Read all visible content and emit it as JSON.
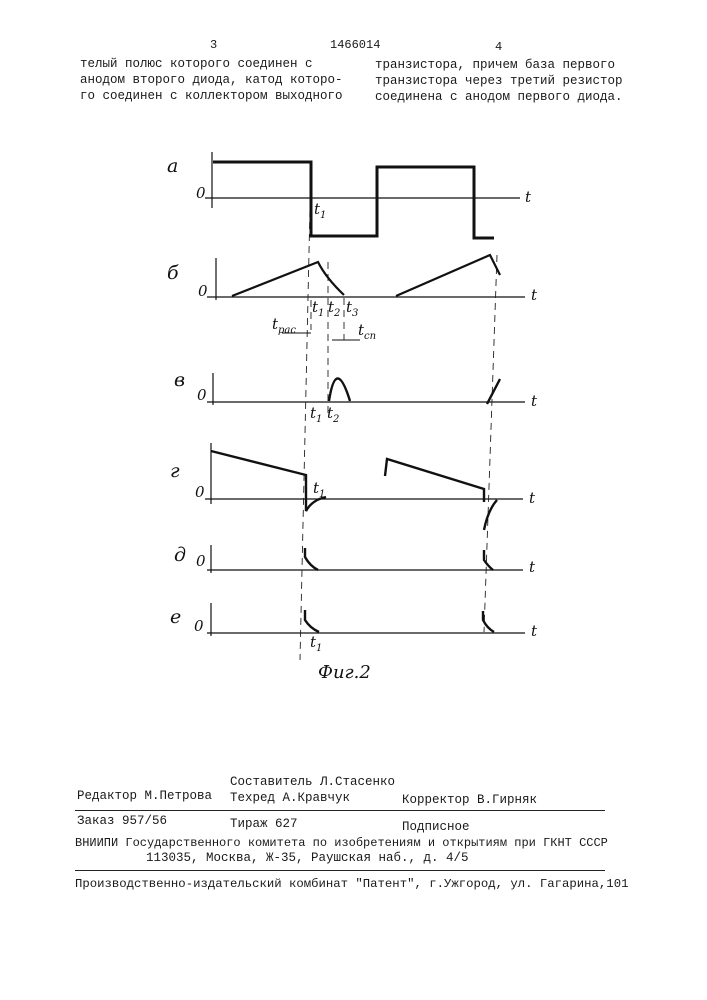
{
  "header": {
    "left_page": "3",
    "patent_number": "1466014",
    "right_page": "4"
  },
  "text_left": [
    "телый полюс которого соединен с",
    "анодом второго диода, катод которо-",
    "го соединен с коллектором выходного"
  ],
  "text_right": [
    "транзистора, причем база первого",
    "транзистора через третий резистор",
    "соединена с анодом первого диода."
  ],
  "figure": {
    "caption": "Фиг.2",
    "axis_var": "t",
    "zero": "0",
    "rows": [
      {
        "label": "а"
      },
      {
        "label": "б"
      },
      {
        "label": "в"
      },
      {
        "label": "г"
      },
      {
        "label": "д"
      },
      {
        "label": "е"
      }
    ],
    "time_marks": {
      "t1": "t",
      "t1_sub": "1",
      "t2": "t",
      "t2_sub": "2",
      "t3": "t",
      "t3_sub": "3",
      "t_ras": "t",
      "t_ras_sub": "рас",
      "t_sp": "t",
      "t_sp_sub": "сп"
    }
  },
  "footer": {
    "compiler": "Составитель Л.Стасенко",
    "editor": "Редактор М.Петрова",
    "tech_editor": "Техред А.Кравчук",
    "corrector": "Корректор В.Гирняк",
    "order": "Заказ 957/56",
    "circulation": "Тираж 627",
    "subscription": "Подписное",
    "institute": "ВНИИПИ Государственного комитета по изобретениям и открытиям при ГКНТ СССР",
    "address": "113035, Москва, Ж-35, Раушская наб., д. 4/5",
    "publisher": "Производственно-издательский комбинат \"Патент\", г.Ужгород, ул. Гагарина,101"
  }
}
